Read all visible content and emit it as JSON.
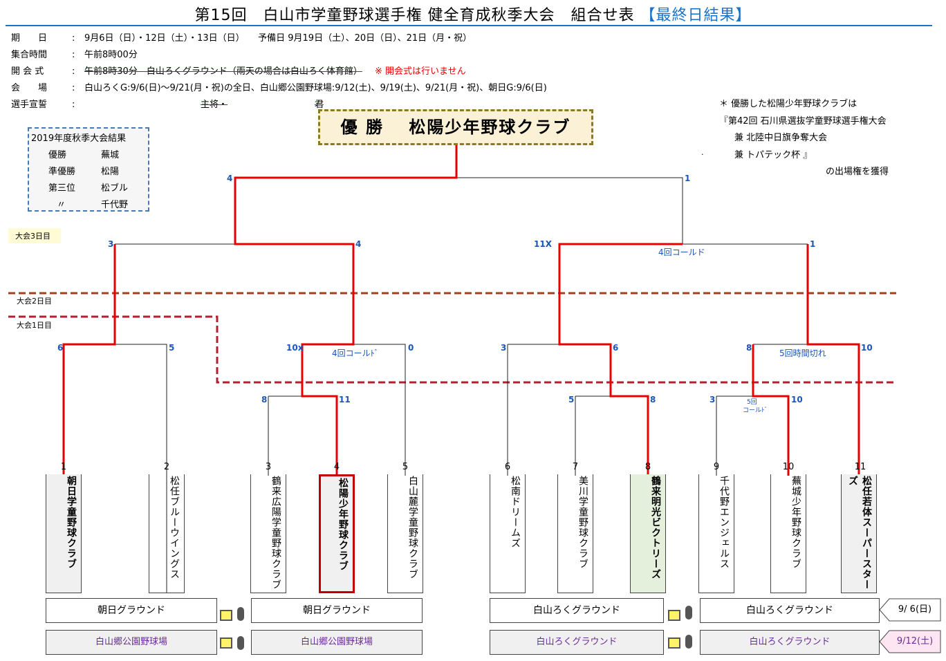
{
  "title": {
    "main": "第15回　白山市学童野球選手権 健全育成秋季大会　組合せ表",
    "highlight": "【最終日結果】"
  },
  "info": {
    "dates": {
      "label": "期　　日",
      "value": "9月6日（日）・12日（土）・13日（日）　　予備日  9月19日（土）、20日（日）、21日（月・祝）"
    },
    "assembly": {
      "label": "集合時間",
      "value": "午前8時00分"
    },
    "opening": {
      "label": "開 会 式",
      "value": "午前8時30分　白山ろくグラウンド（雨天の場合は白山ろく体育館）",
      "note": "※ 開会式は行いません"
    },
    "venue": {
      "label": "会　　場",
      "value": "白山ろくG:9/6(日)〜9/21(月・祝)の全日、白山郷公園野球場:9/12(土)、9/19(土)、9/21(月・祝)、朝日G:9/6(日)"
    },
    "oath": {
      "label": "選手宣誓",
      "captain": "主将・",
      "kun": "君"
    }
  },
  "prev_results": {
    "title": "2019年度秋季大会結果",
    "rows": [
      {
        "place": "優勝",
        "team": "蕪城"
      },
      {
        "place": "準優勝",
        "team": "松陽"
      },
      {
        "place": "第三位",
        "team": "松ブル"
      },
      {
        "place": "〃",
        "team": "千代野"
      }
    ]
  },
  "champion": "優 勝　 松陽少年野球クラブ",
  "champion_note": {
    "line1": "＊  優勝した松陽少年野球クラブは",
    "line2": "『第42回 石川県選抜学童野球選手権大会",
    "line3": "兼 北陸中日旗争奪大会",
    "line4": "兼 トパテック杯 』",
    "line5": "の出場権を獲得",
    "dot": "."
  },
  "day_labels": {
    "day3": "大会3日目",
    "day2": "大会2日目",
    "day1": "大会1日目"
  },
  "scores": {
    "final_left": "4",
    "final_right": "1",
    "semi1_left": "3",
    "semi1_right": "4",
    "semi2_left": "11X",
    "semi2_right": "1",
    "semi2_note": "4回コールド",
    "q1_left": "6",
    "q1_right": "5",
    "q2_left": "10x",
    "q2_right": "0",
    "q2_note": "4回コールﾄﾞ",
    "q3_left": "3",
    "q3_right": "6",
    "q4_left": "8",
    "q4_right": "10",
    "q4_note": "5回時間切れ",
    "r1a_left": "8",
    "r1a_right": "11",
    "r1b_left": "5",
    "r1b_right": "8",
    "r1c_left": "3",
    "r1c_right": "10",
    "r1c_note1": "5回",
    "r1c_note2": "コールﾄﾞ"
  },
  "teams": [
    {
      "no": "1",
      "name": "朝日学童野球クラブ"
    },
    {
      "no": "2",
      "name": "松任ブルーウイングス"
    },
    {
      "no": "3",
      "name": "鶴来広陽学童野球クラブ"
    },
    {
      "no": "4",
      "name": "松陽少年野球クラブ"
    },
    {
      "no": "5",
      "name": "白山麓学童野球クラブ"
    },
    {
      "no": "6",
      "name": "松南ドリームズ"
    },
    {
      "no": "7",
      "name": "美川学童野球クラブ"
    },
    {
      "no": "8",
      "name": "鶴来明光ビクトリーズ"
    },
    {
      "no": "9",
      "name": "千代野エンジェルス"
    },
    {
      "no": "10",
      "name": "蕪城少年野球クラブ"
    },
    {
      "no": "11",
      "name": "松任若体スーパースターズ"
    }
  ],
  "grounds": {
    "row1": [
      "朝日グラウンド",
      "朝日グラウンド",
      "白山ろくグラウンド",
      "白山ろくグラウンド"
    ],
    "row2": [
      "白山郷公園野球場",
      "白山郷公園野球場",
      "白山ろくグラウンド",
      "白山ろくグラウンド"
    ],
    "date1": "9/ 6(日)",
    "date2": "9/12(土)"
  },
  "colors": {
    "accent": "#1a73c8",
    "win_line": "#e60000",
    "day_line": "#b03020"
  }
}
